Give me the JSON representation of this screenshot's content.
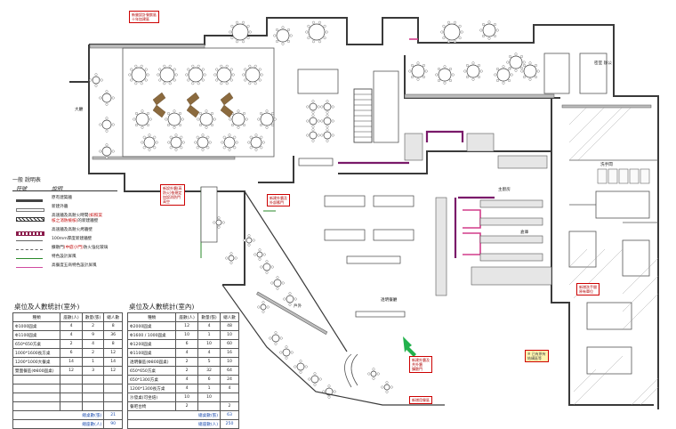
{
  "legend": {
    "title": "一般 說明表",
    "col_symbol": "符號",
    "col_desc": "說明",
    "items": [
      {
        "color": "#444444",
        "style": "solid",
        "label": "原有建築牆"
      },
      {
        "color": "#9a9a9a",
        "style": "hollow",
        "label": "新建外牆"
      },
      {
        "color": "#333333",
        "style": "hatch",
        "label": "高速牆及高耐火時間",
        "label_red": "(如照案",
        "label2_red": "核之消防檢核)",
        "label2": "的新建牆壁"
      },
      {
        "color": "#8a1a4a",
        "style": "dots",
        "label": "高速牆及高耐火烤牆壁"
      },
      {
        "color": "#666666",
        "style": "thin",
        "label": "100mm厚度新建牆壁"
      },
      {
        "color": "#666666",
        "style": "dash",
        "label": "擴散門",
        "label_red": "(中庭小門)",
        "label2": "防火強化玻璃"
      },
      {
        "color": "#2a8a2a",
        "style": "green",
        "label": "特色設計屏風"
      },
      {
        "color": "#d04aa0",
        "style": "pink",
        "label": "高餐度五商特色設計屏風"
      }
    ]
  },
  "outdoor_table": {
    "title": "桌位及人數統計(室外)",
    "headers": [
      "種類",
      "座數(人)",
      "數量(張)",
      "總人數"
    ],
    "rows": [
      [
        "Φ1000圓桌",
        "4",
        "2",
        "8"
      ],
      [
        "Φ1100圓桌",
        "4",
        "9",
        "36"
      ],
      [
        "650*650方桌",
        "2",
        "4",
        "8"
      ],
      [
        "1000*1600長方桌",
        "6",
        "2",
        "12"
      ],
      [
        "1200*1000大餐桌",
        "14",
        "1",
        "14"
      ],
      [
        "雙面餐區(Φ800圓桌)",
        "12",
        "3",
        "12"
      ],
      [
        "",
        "",
        "",
        ""
      ],
      [
        "",
        "",
        "",
        ""
      ],
      [
        "",
        "",
        "",
        ""
      ],
      [
        "",
        "",
        "",
        ""
      ]
    ],
    "totals": [
      {
        "label": "總桌數(張)",
        "value": "21"
      },
      {
        "label": "總座數(人)",
        "value": "90"
      }
    ]
  },
  "indoor_table": {
    "title": "桌位及人數統計(室內)",
    "headers": [
      "種類",
      "座數(人)",
      "數量(張)",
      "總人數"
    ],
    "rows": [
      [
        "Φ2000圓桌",
        "12",
        "4",
        "48"
      ],
      [
        "Φ1600 / 1000圓桌",
        "10",
        "1",
        "10"
      ],
      [
        "Φ1200圓桌",
        "6",
        "10",
        "60"
      ],
      [
        "Φ1100圓桌",
        "4",
        "4",
        "16"
      ],
      [
        "透明餐區(Φ800圓桌)",
        "2",
        "5",
        "10"
      ],
      [
        "650*650方桌",
        "2",
        "32",
        "64"
      ],
      [
        "650*1300方桌",
        "4",
        "6",
        "24"
      ],
      [
        "1200*1300長方桌",
        "4",
        "1",
        "4"
      ],
      [
        "沙發桌(可坐焙)",
        "10",
        "10",
        ""
      ],
      [
        "餐吧台椅",
        "2",
        "",
        "2"
      ]
    ],
    "totals": [
      {
        "label": "總桌數(張)",
        "value": "63"
      },
      {
        "label": "總座數(人)",
        "value": "250"
      }
    ]
  },
  "notes": {
    "top": "新營設計餐飲區\n十年加建區",
    "left": "新設外牆(高\n防火)依規定\n加設消防門\n高空",
    "center": "新建外牆及\n外部應門",
    "bottom_green": "新建外牆及\n共外牆\n擴散門",
    "bottom_right": "新增用餐區",
    "right_yellow": "※ 已有原有\n結構區等",
    "right_red": "新增洗手間\n原有單位",
    "room_tr": "密室\n辦公"
  },
  "rooms": {
    "kitchen": "主廚房",
    "bar": "透明餐廳",
    "outdoor": "戶外",
    "office": "辦公",
    "lobby": "大廳",
    "toilet": "洗手間",
    "storage": "倉庫"
  },
  "colors": {
    "wall": "#3a3a3a",
    "red_note": "#c00000",
    "purple_wall": "#7a1a6a",
    "magenta": "#d23c8a",
    "green_arrow": "#22b14c",
    "total_blue": "#1f4fb0"
  }
}
